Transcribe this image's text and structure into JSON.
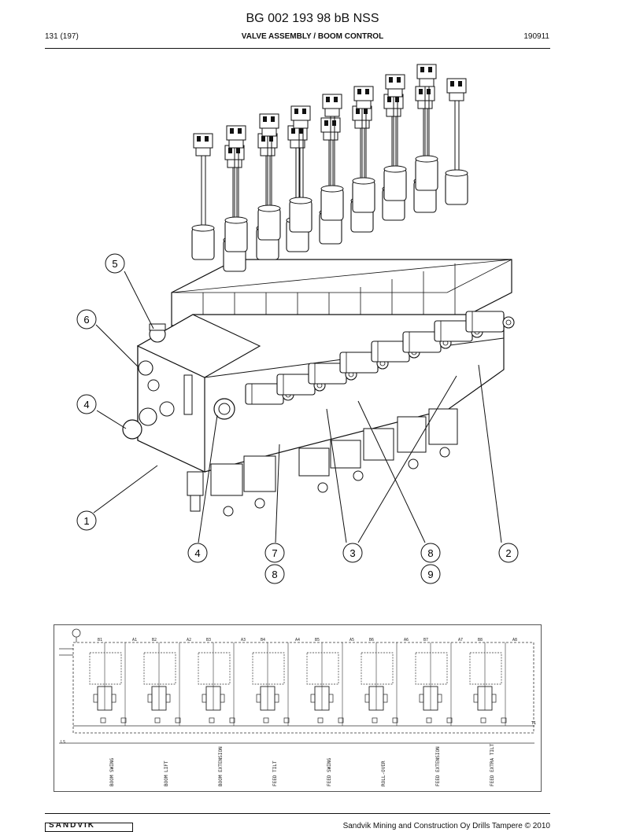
{
  "header": {
    "doc_number": "BG 002 193 98 bB NSS",
    "page": "131 (197)",
    "section_title": "VALVE ASSEMBLY / BOOM CONTROL",
    "date_code": "190911"
  },
  "callouts": {
    "c5": "5",
    "c6": "6",
    "c4a": "4",
    "c1": "1",
    "c4b": "4",
    "c7": "7",
    "c8a": "8",
    "c3": "3",
    "c8b": "8",
    "c2": "2",
    "c9": "9"
  },
  "schematic": {
    "port_labels": [
      "A1",
      "B1",
      "A2",
      "B2",
      "A3",
      "B3",
      "A4",
      "B4",
      "A5",
      "B5",
      "A6",
      "B6",
      "A7",
      "B7",
      "A8",
      "B8"
    ],
    "functions": [
      "BOOM SWING",
      "BOOM LIFT",
      "BOOM EXTENSION",
      "FEED TILT",
      "FEED SWING",
      "ROLL-OVER",
      "FEED EXTENSION",
      "FEED EXTRA TILT"
    ],
    "left_port": "LS",
    "right_port": "T1"
  },
  "footer": {
    "brand": "SANDVIK",
    "copyright": "Sandvik Mining and Construction Oy Drills Tampere © 2010"
  }
}
